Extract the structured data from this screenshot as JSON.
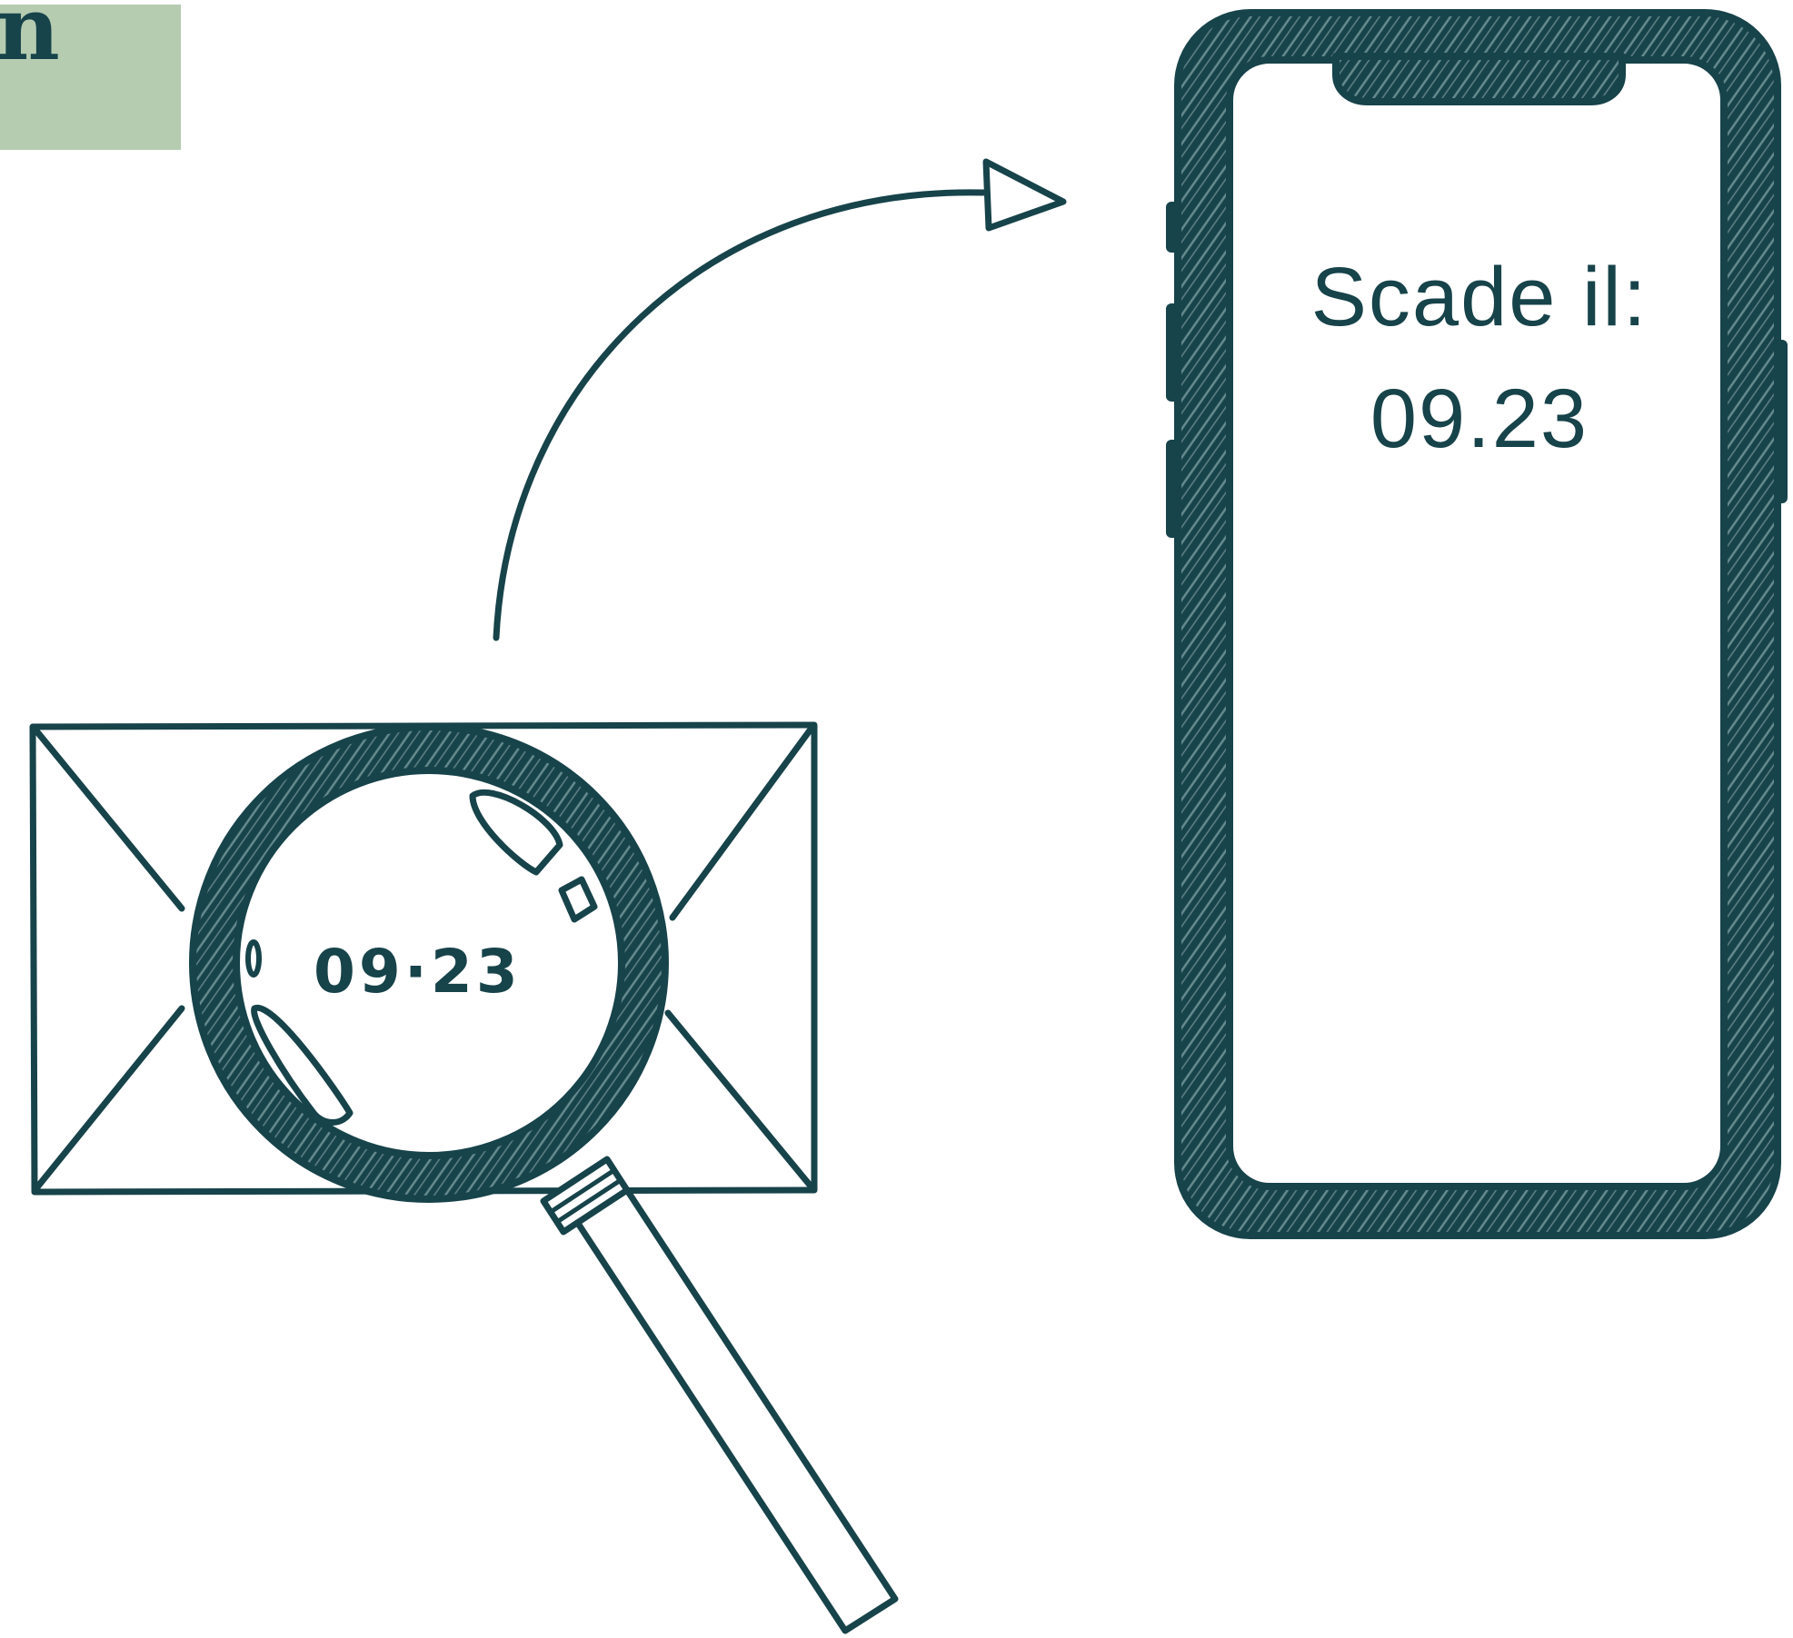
{
  "colors": {
    "ink": "#17434a",
    "paper": "#ffffff",
    "corner_block": "#b5ccb1"
  },
  "corner": {
    "glyph": "n"
  },
  "phone": {
    "screen_line_1": "Scade il:",
    "screen_line_2": "09.23"
  },
  "envelope": {
    "handwritten_date": "09·23"
  },
  "icons": {
    "arrow": "curved-arrow-icon",
    "envelope": "envelope-icon",
    "magnifier": "magnifying-glass-icon",
    "phone": "smartphone-icon"
  }
}
